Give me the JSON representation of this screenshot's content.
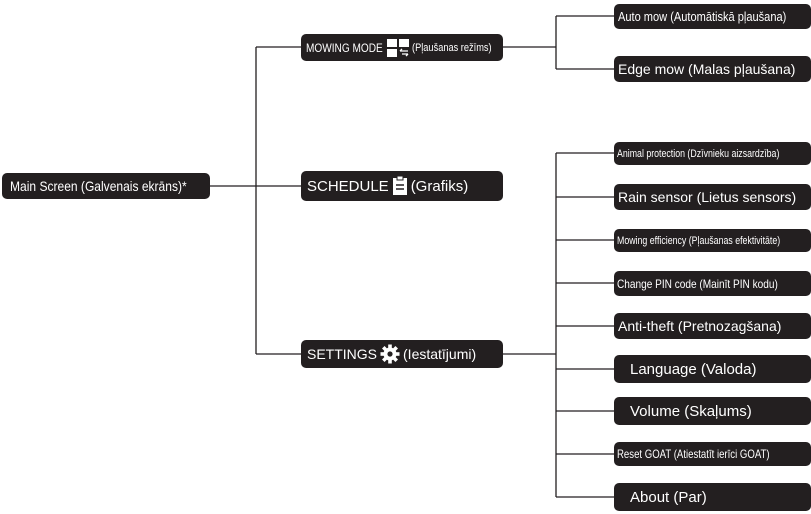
{
  "colors": {
    "box_fill": "#231f20",
    "box_text": "#ffffff",
    "connector": "#231f20"
  },
  "root": {
    "label": "Main Screen (Galvenais ekrāns)*"
  },
  "mowing_mode": {
    "label_main": "MOWING MODE",
    "label_sub": "(Pļaušanas režīms)",
    "icon": "mowing-mode-icon",
    "children": [
      "Auto mow (Automātiskā pļaušana)",
      "Edge mow (Malas pļaušana)"
    ]
  },
  "schedule": {
    "label_main": "SCHEDULE",
    "label_sub": "(Grafiks)",
    "icon": "clipboard-icon"
  },
  "settings": {
    "label_main": "SETTINGS",
    "label_sub": "(Iestatījumi)",
    "icon": "gear-icon",
    "children": [
      "Animal protection (Dzīvnieku aizsardzība)",
      "Rain sensor (Lietus sensors)",
      "Mowing efficiency (Pļaušanas efektivitāte)",
      "Change PIN code (Mainīt PIN kodu)",
      "Anti-theft (Pretnozagšana)",
      "Language (Valoda)",
      "Volume (Skaļums)",
      "Reset GOAT (Atiestatīt ierīci GOAT)",
      "About (Par)"
    ]
  }
}
